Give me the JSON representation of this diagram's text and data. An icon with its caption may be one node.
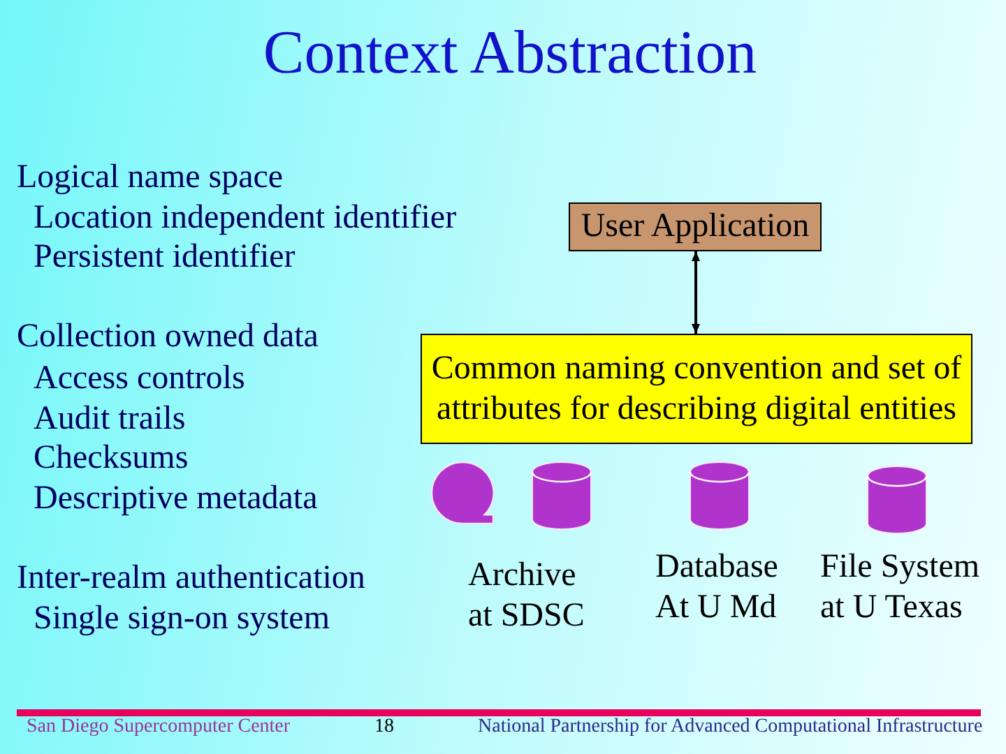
{
  "diagram": {
    "title": "Context Abstraction",
    "nodes": [
      {
        "text": [
          "User Application"
        ]
      },
      {
        "text": [
          "Common naming convention and set of attributes for describing digital entities"
        ]
      },
      {
        "text": [
          "Archive at SDSC"
        ]
      },
      {
        "text": [
          "Database At U Md"
        ]
      },
      {
        "text": [
          "File System at U Texas"
        ]
      }
    ],
    "edges": [
      {
        "from": 0,
        "to": 1,
        "arrow": "both"
      }
    ],
    "labels": [
      "Logical name space",
      "Location independent identifier",
      "Persistent identifier",
      "Collection owned data",
      "Access controls",
      "Audit trails",
      "Checksums",
      "Descriptive metadata",
      "Inter-realm authentication",
      "Single sign-on system",
      "San Diego Supercomputer Center",
      "18",
      "National Partnership for Advanced Computational Infrastructure"
    ]
  }
}
